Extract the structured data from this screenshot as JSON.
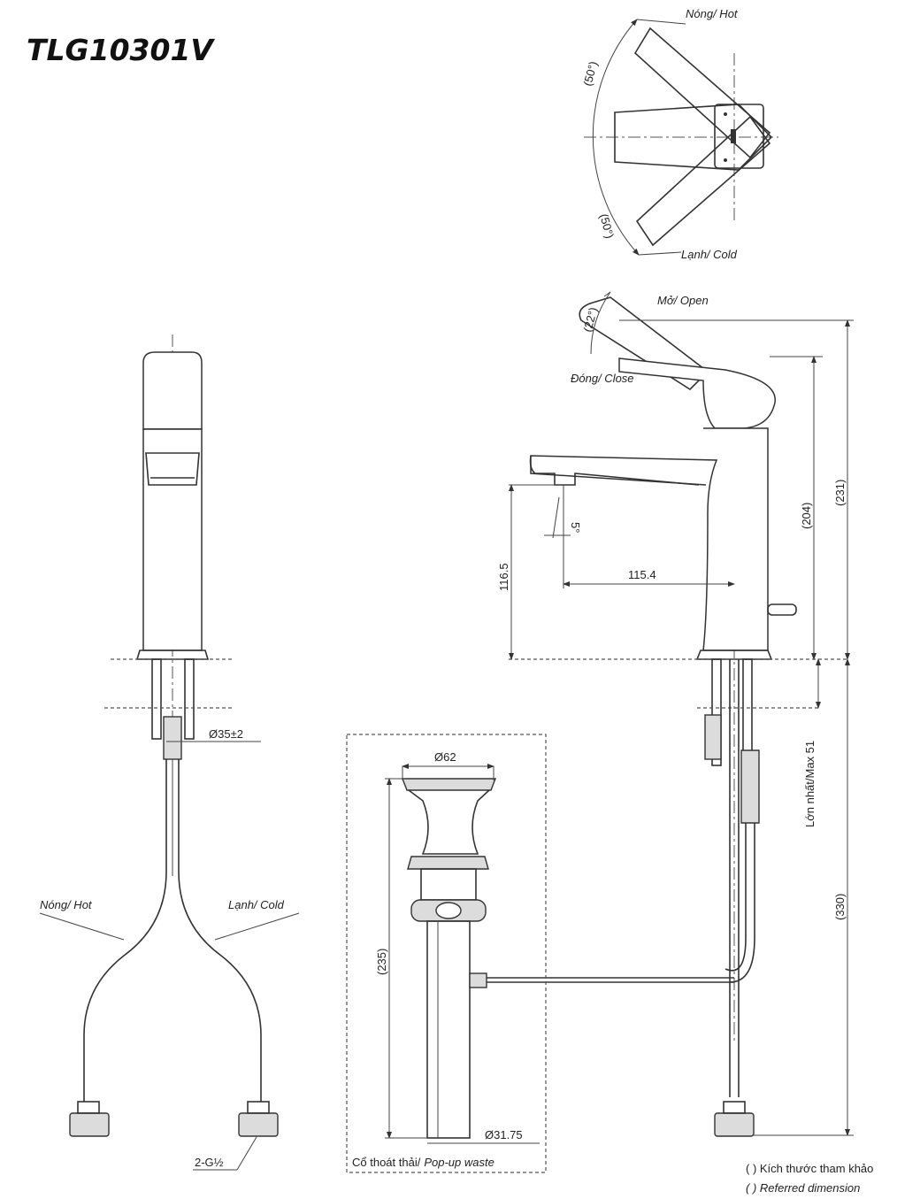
{
  "title": "TLG10301V",
  "top_view": {
    "hot_label": "Nóng/ Hot",
    "cold_label": "Lạnh/ Cold",
    "angle_upper": "(50°)",
    "angle_lower": "(50°)"
  },
  "front_view": {
    "hot_label": "Nóng/ Hot",
    "cold_label": "Lạnh/ Cold",
    "hole_dim": "Ø35±2",
    "thread_label": "2-G½"
  },
  "side_view": {
    "open_label": "Mở/ Open",
    "close_label": "Đóng/ Close",
    "lever_angle": "(22°)",
    "spout_angle": "5°",
    "spout_height": "116.5",
    "spout_reach": "115.4",
    "dim_204": "(204)",
    "dim_231": "(231)",
    "dim_330": "(330)",
    "max_thickness": "Lớn nhất/Max 51"
  },
  "waste": {
    "top_dia": "Ø62",
    "height": "(235)",
    "pipe_dia": "Ø31.75",
    "label_vi": "Cổ thoát thải/",
    "label_en": "Pop-up waste"
  },
  "note": {
    "line1": "( ) Kích thước tham khảo",
    "line2": "( ) Referred dimension"
  }
}
